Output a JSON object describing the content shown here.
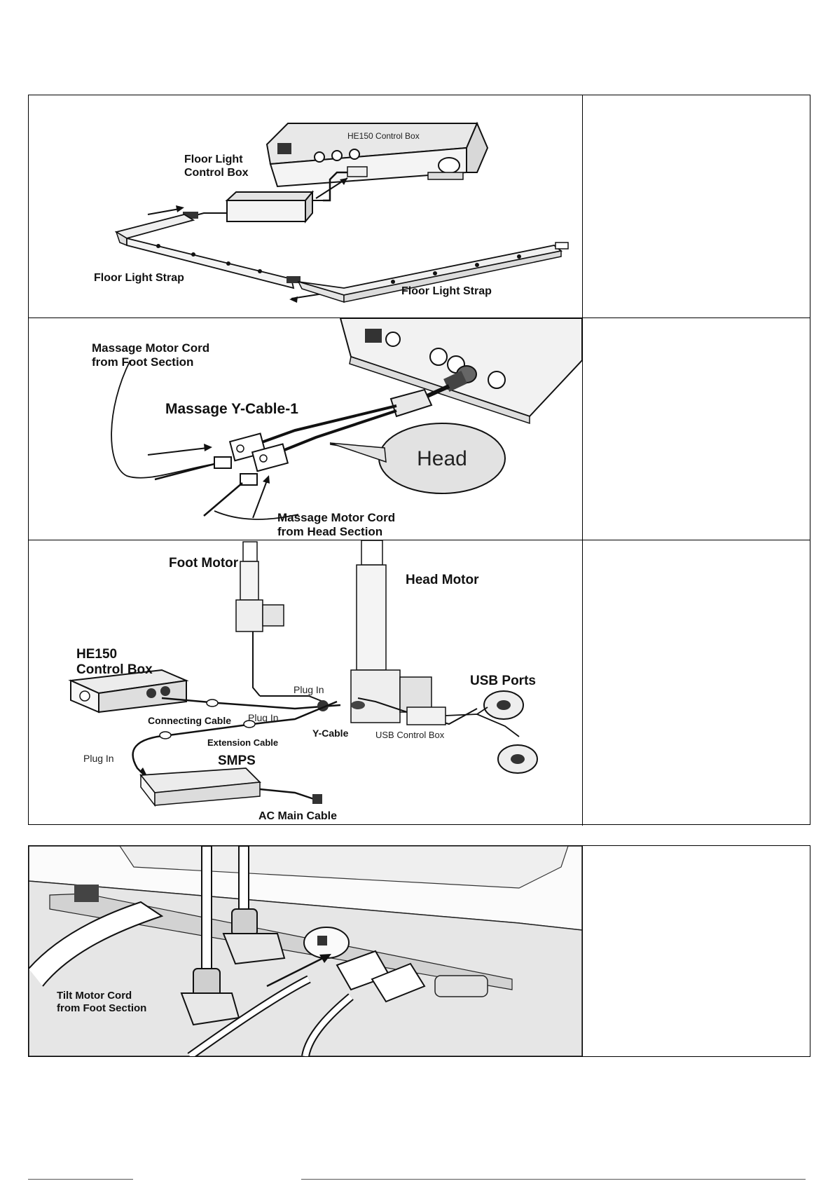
{
  "table_top": {
    "row1": {
      "control_box_label": "HE150 Control Box",
      "floor_light_box_line1": "Floor Light",
      "floor_light_box_line2": "Control Box",
      "strap_left": "Floor Light Strap",
      "strap_right": "Floor Light Strap"
    },
    "row2": {
      "foot_cord_line1": "Massage Motor Cord",
      "foot_cord_line2": "from Foot Section",
      "y_cable": "Massage Y-Cable-1",
      "head_bubble": "Head",
      "head_cord_line1": "Massage Motor Cord",
      "head_cord_line2": "from Head Section"
    },
    "row3": {
      "foot_motor": "Foot Motor",
      "head_motor": "Head Motor",
      "control_box_line1": "HE150",
      "control_box_line2": "Control Box",
      "plug_in_1": "Plug In",
      "usb_ports": "USB Ports",
      "connecting_cable": "Connecting Cable",
      "plug_in_2": "Plug In",
      "y_cable": "Y-Cable",
      "usb_control_box": "USB Control Box",
      "extension_cable": "Extension Cable",
      "plug_in_3": "Plug In",
      "smps": "SMPS",
      "ac_main_cable": "AC Main Cable"
    }
  },
  "table_bottom": {
    "tilt_line1": "Tilt Motor Cord",
    "tilt_line2": "from Foot Section"
  }
}
